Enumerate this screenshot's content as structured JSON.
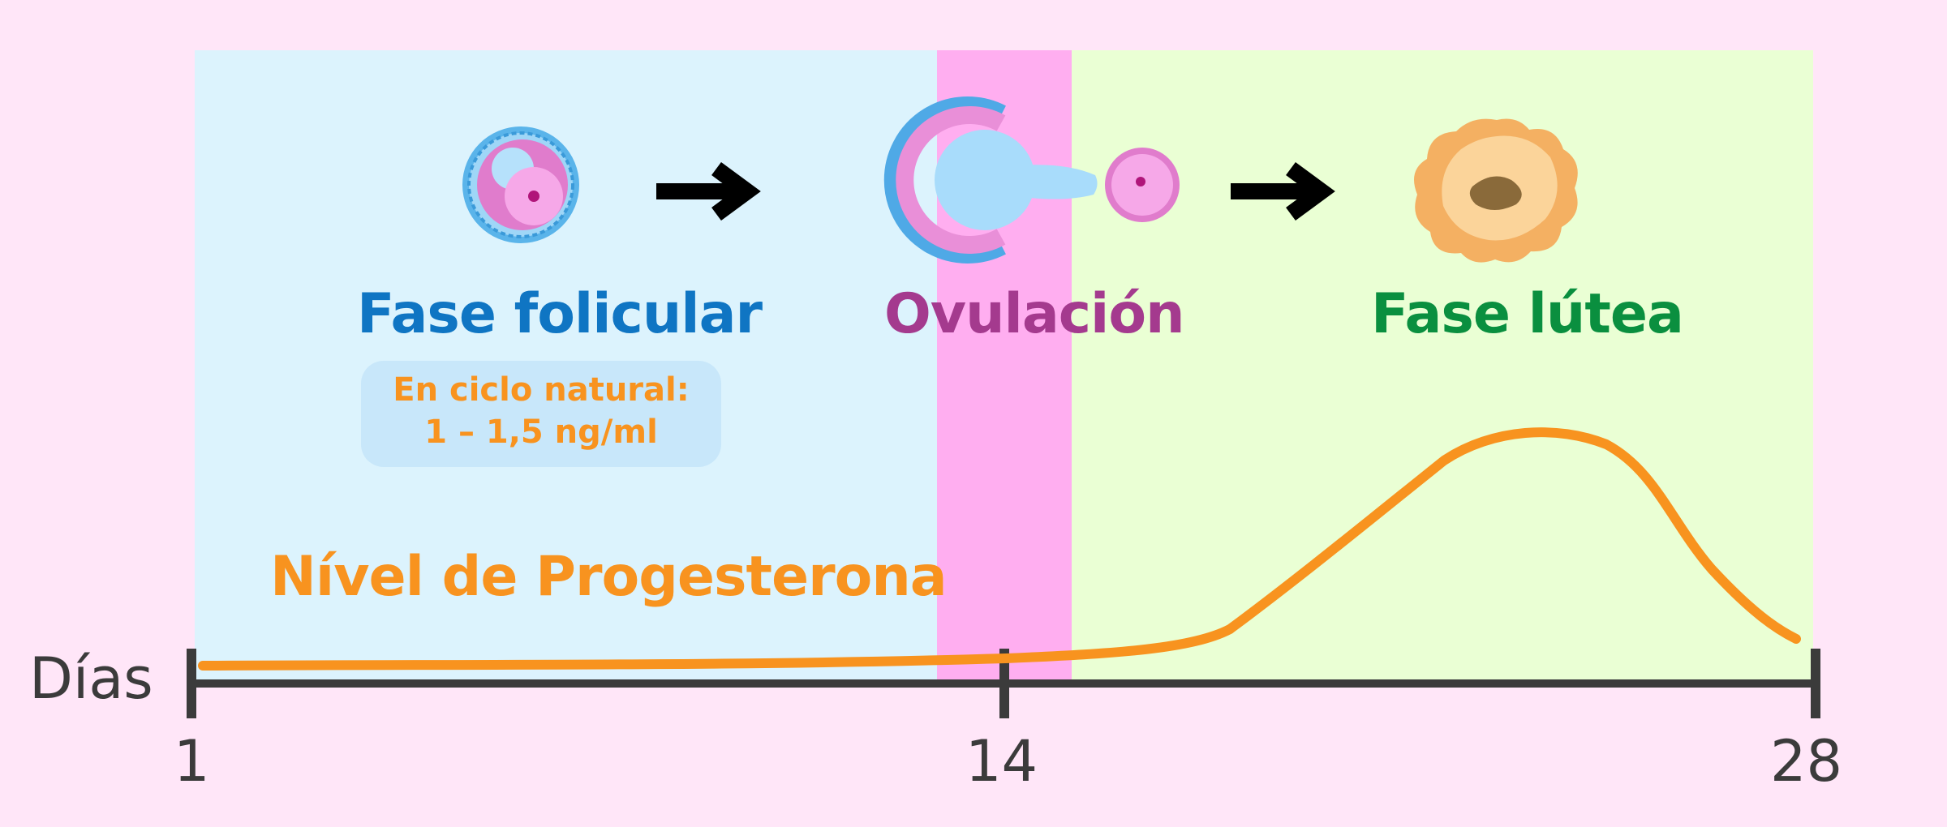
{
  "phases": {
    "follicular": {
      "title": "Fase folicular",
      "color": "#0f75c3"
    },
    "ovulation": {
      "title": "Ovulación",
      "color": "#a43a8e"
    },
    "luteal": {
      "title": "Fase lútea",
      "color": "#0a8f3f"
    }
  },
  "info_box": {
    "line1": "En ciclo natural:",
    "line2": "1 – 1,5  ng/ml"
  },
  "progesterone_label": "Nível de Progesterona",
  "axis": {
    "label": "Días",
    "ticks": [
      "1",
      "14",
      "28"
    ]
  },
  "colors": {
    "background": "#ffe6f8",
    "follicular_band": "#dcf3fd",
    "ovulation_band": "#ffaef0",
    "luteal_band": "#eaffd4",
    "curve": "#f8931f",
    "axis": "#3b3b3b"
  },
  "icons": [
    "follicle-icon",
    "arrow-right-icon",
    "ovulating-follicle-icon",
    "oocyte-icon",
    "arrow-right-icon",
    "corpus-luteum-icon"
  ]
}
